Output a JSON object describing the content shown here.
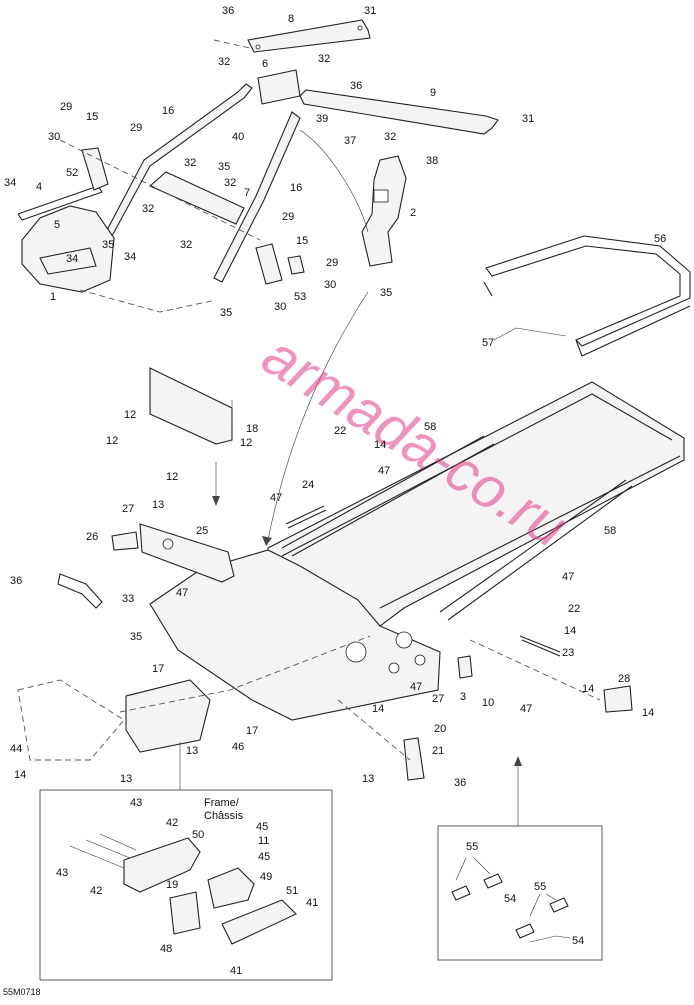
{
  "figure_code": "55M0718",
  "watermark": "armada-co.ru",
  "inset_title_line1": "Frame/",
  "inset_title_line2": "Châssis",
  "callouts": [
    {
      "id": "c36a",
      "text": "36"
    },
    {
      "id": "c8",
      "text": "8"
    },
    {
      "id": "c31a",
      "text": "31"
    },
    {
      "id": "c32a",
      "text": "32"
    },
    {
      "id": "c6",
      "text": "6"
    },
    {
      "id": "c32b",
      "text": "32"
    },
    {
      "id": "c36b",
      "text": "36"
    },
    {
      "id": "c9",
      "text": "9"
    },
    {
      "id": "c29a",
      "text": "29"
    },
    {
      "id": "c15a",
      "text": "15"
    },
    {
      "id": "c16a",
      "text": "16"
    },
    {
      "id": "c39",
      "text": "39"
    },
    {
      "id": "c31b",
      "text": "31"
    },
    {
      "id": "c29b",
      "text": "29"
    },
    {
      "id": "c30a",
      "text": "30"
    },
    {
      "id": "c40",
      "text": "40"
    },
    {
      "id": "c37",
      "text": "37"
    },
    {
      "id": "c32c",
      "text": "32"
    },
    {
      "id": "c38",
      "text": "38"
    },
    {
      "id": "c52",
      "text": "52"
    },
    {
      "id": "c32d",
      "text": "32"
    },
    {
      "id": "c35a",
      "text": "35"
    },
    {
      "id": "c34a",
      "text": "34"
    },
    {
      "id": "c4",
      "text": "4"
    },
    {
      "id": "c32e",
      "text": "32"
    },
    {
      "id": "c7",
      "text": "7"
    },
    {
      "id": "c16b",
      "text": "16"
    },
    {
      "id": "c5",
      "text": "5"
    },
    {
      "id": "c32f",
      "text": "32"
    },
    {
      "id": "c2",
      "text": "2"
    },
    {
      "id": "c29c",
      "text": "29"
    },
    {
      "id": "c32g",
      "text": "32"
    },
    {
      "id": "c15b",
      "text": "15"
    },
    {
      "id": "c35b",
      "text": "35"
    },
    {
      "id": "c34b",
      "text": "34"
    },
    {
      "id": "c34c",
      "text": "34"
    },
    {
      "id": "c29d",
      "text": "29"
    },
    {
      "id": "c30b",
      "text": "30"
    },
    {
      "id": "c53",
      "text": "53"
    },
    {
      "id": "c1",
      "text": "1"
    },
    {
      "id": "c35c",
      "text": "35"
    },
    {
      "id": "c30c",
      "text": "30"
    },
    {
      "id": "c35d",
      "text": "35"
    },
    {
      "id": "c56",
      "text": "56"
    },
    {
      "id": "c57",
      "text": "57"
    },
    {
      "id": "c12a",
      "text": "12"
    },
    {
      "id": "c18",
      "text": "18"
    },
    {
      "id": "c12b",
      "text": "12"
    },
    {
      "id": "c12c",
      "text": "12"
    },
    {
      "id": "c12d",
      "text": "12"
    },
    {
      "id": "c22a",
      "text": "22"
    },
    {
      "id": "c14a",
      "text": "14"
    },
    {
      "id": "c58a",
      "text": "58"
    },
    {
      "id": "c47a",
      "text": "47"
    },
    {
      "id": "c24",
      "text": "24"
    },
    {
      "id": "c47b",
      "text": "47"
    },
    {
      "id": "c13a",
      "text": "13"
    },
    {
      "id": "c27a",
      "text": "27"
    },
    {
      "id": "c25",
      "text": "25"
    },
    {
      "id": "c26",
      "text": "26"
    },
    {
      "id": "c58b",
      "text": "58"
    },
    {
      "id": "c36c",
      "text": "36"
    },
    {
      "id": "c33",
      "text": "33"
    },
    {
      "id": "c47c",
      "text": "47"
    },
    {
      "id": "c47d",
      "text": "47"
    },
    {
      "id": "c22b",
      "text": "22"
    },
    {
      "id": "c14b",
      "text": "14"
    },
    {
      "id": "c35e",
      "text": "35"
    },
    {
      "id": "c17a",
      "text": "17"
    },
    {
      "id": "c23",
      "text": "23"
    },
    {
      "id": "c28",
      "text": "28"
    },
    {
      "id": "c47e",
      "text": "47"
    },
    {
      "id": "c3",
      "text": "3"
    },
    {
      "id": "c10",
      "text": "10"
    },
    {
      "id": "c27b",
      "text": "27"
    },
    {
      "id": "c14c",
      "text": "14"
    },
    {
      "id": "c47f",
      "text": "47"
    },
    {
      "id": "c14d",
      "text": "14"
    },
    {
      "id": "c14e",
      "text": "14"
    },
    {
      "id": "c20",
      "text": "20"
    },
    {
      "id": "c17b",
      "text": "17"
    },
    {
      "id": "c44",
      "text": "44"
    },
    {
      "id": "c13b",
      "text": "13"
    },
    {
      "id": "c46",
      "text": "46"
    },
    {
      "id": "c21",
      "text": "21"
    },
    {
      "id": "c14f",
      "text": "14"
    },
    {
      "id": "c13c",
      "text": "13"
    },
    {
      "id": "c13d",
      "text": "13"
    },
    {
      "id": "c36d",
      "text": "36"
    },
    {
      "id": "c43a",
      "text": "43"
    },
    {
      "id": "c42a",
      "text": "42"
    },
    {
      "id": "c50",
      "text": "50"
    },
    {
      "id": "c45a",
      "text": "45"
    },
    {
      "id": "c11",
      "text": "11"
    },
    {
      "id": "c45b",
      "text": "45"
    },
    {
      "id": "c49",
      "text": "49"
    },
    {
      "id": "c43b",
      "text": "43"
    },
    {
      "id": "c42b",
      "text": "42"
    },
    {
      "id": "c19",
      "text": "19"
    },
    {
      "id": "c51",
      "text": "51"
    },
    {
      "id": "c41a",
      "text": "41"
    },
    {
      "id": "c48",
      "text": "48"
    },
    {
      "id": "c41b",
      "text": "41"
    },
    {
      "id": "c55a",
      "text": "55"
    },
    {
      "id": "c54a",
      "text": "54"
    },
    {
      "id": "c55b",
      "text": "55"
    },
    {
      "id": "c54b",
      "text": "54"
    }
  ]
}
